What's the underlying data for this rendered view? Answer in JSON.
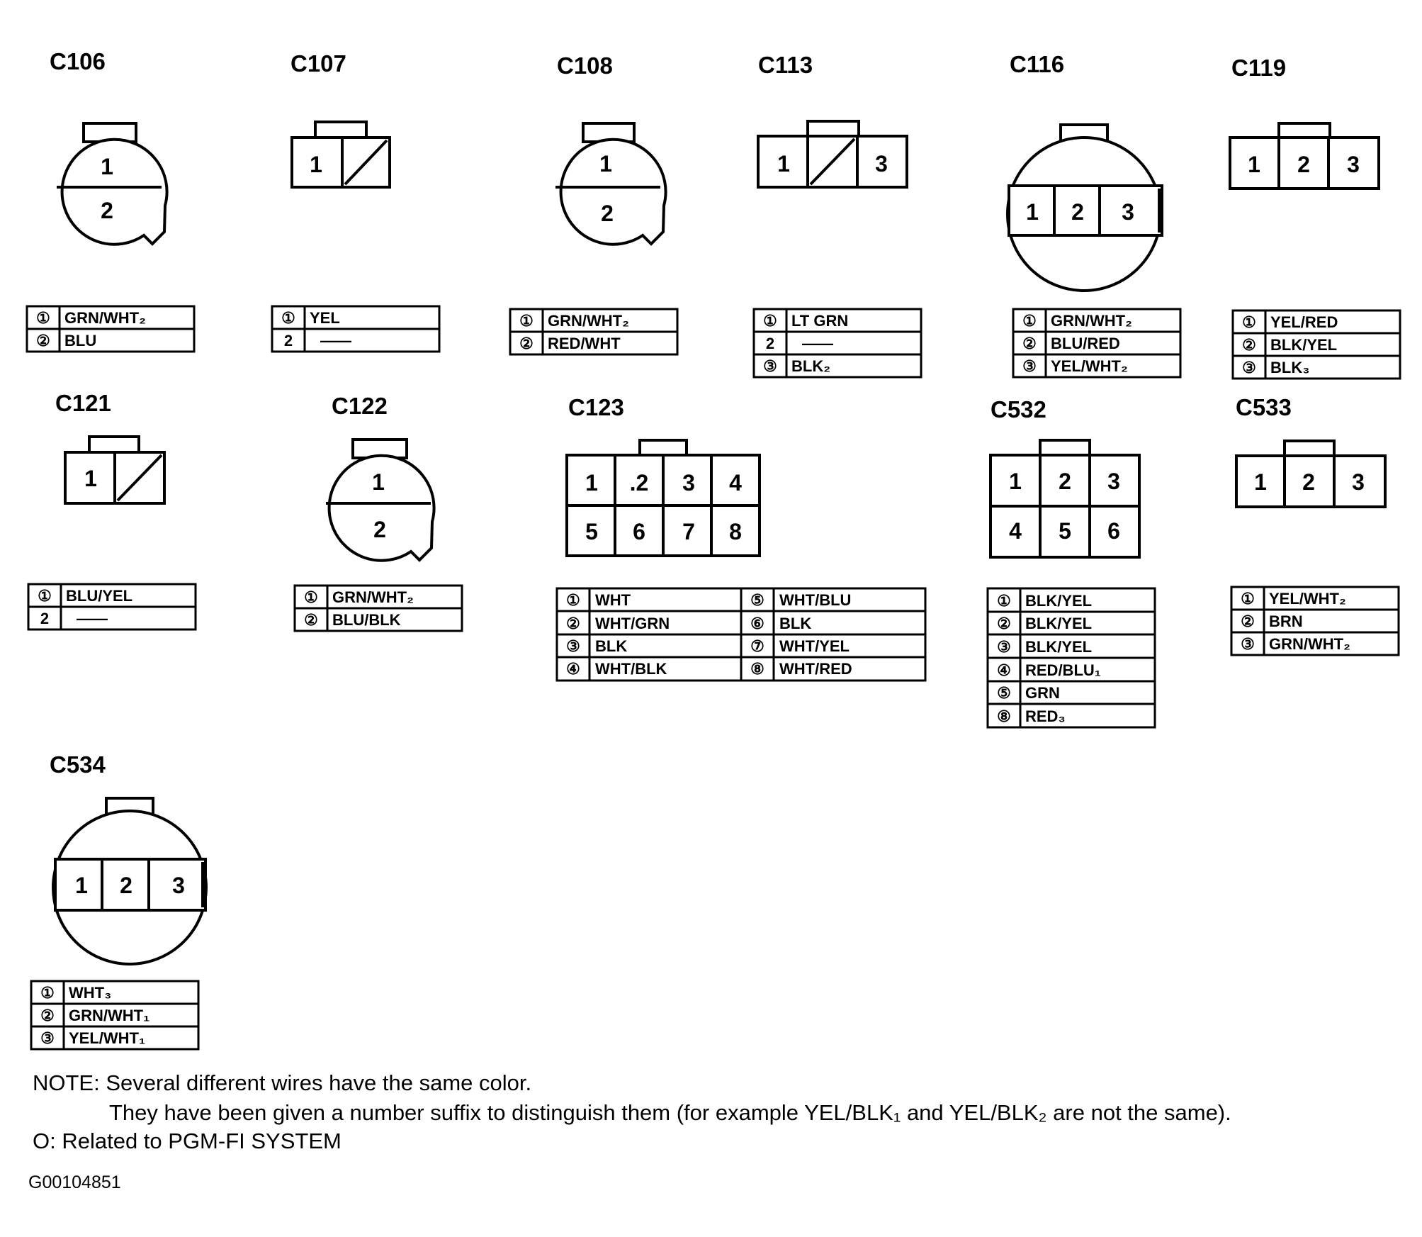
{
  "connectors": [
    {
      "id": "C106",
      "pins": [
        "1",
        "2"
      ],
      "wires": [
        {
          "pin": "①",
          "color": "GRN/WHT₂"
        },
        {
          "pin": "②",
          "color": "BLU"
        }
      ]
    },
    {
      "id": "C107",
      "pins": [
        "1"
      ],
      "wires": [
        {
          "pin": "①",
          "color": "YEL"
        },
        {
          "pin": "2",
          "color": "——"
        }
      ]
    },
    {
      "id": "C108",
      "pins": [
        "1",
        "2"
      ],
      "wires": [
        {
          "pin": "①",
          "color": "GRN/WHT₂"
        },
        {
          "pin": "②",
          "color": "RED/WHT"
        }
      ]
    },
    {
      "id": "C113",
      "pins": [
        "1",
        "3"
      ],
      "wires": [
        {
          "pin": "①",
          "color": "LT GRN"
        },
        {
          "pin": "2",
          "color": "——"
        },
        {
          "pin": "③",
          "color": "BLK₂"
        }
      ]
    },
    {
      "id": "C116",
      "pins": [
        "1",
        "2",
        "3"
      ],
      "wires": [
        {
          "pin": "①",
          "color": "GRN/WHT₂"
        },
        {
          "pin": "②",
          "color": "BLU/RED"
        },
        {
          "pin": "③",
          "color": "YEL/WHT₂"
        }
      ]
    },
    {
      "id": "C119",
      "pins": [
        "1",
        "2",
        "3"
      ],
      "wires": [
        {
          "pin": "①",
          "color": "YEL/RED"
        },
        {
          "pin": "②",
          "color": "BLK/YEL"
        },
        {
          "pin": "③",
          "color": "BLK₃"
        }
      ]
    },
    {
      "id": "C121",
      "pins": [
        "1"
      ],
      "wires": [
        {
          "pin": "①",
          "color": "BLU/YEL"
        },
        {
          "pin": "2",
          "color": "——"
        }
      ]
    },
    {
      "id": "C122",
      "pins": [
        "1",
        "2"
      ],
      "wires": [
        {
          "pin": "①",
          "color": "GRN/WHT₂"
        },
        {
          "pin": "②",
          "color": "BLU/BLK"
        }
      ]
    },
    {
      "id": "C123",
      "pins": [
        "1",
        ".2",
        "3",
        "4",
        "5",
        "6",
        "7",
        "8"
      ],
      "wires": [
        {
          "pin": "①",
          "color": "WHT"
        },
        {
          "pin": "②",
          "color": "WHT/GRN"
        },
        {
          "pin": "③",
          "color": "BLK"
        },
        {
          "pin": "④",
          "color": "WHT/BLK"
        },
        {
          "pin": "⑤",
          "color": "WHT/BLU"
        },
        {
          "pin": "⑥",
          "color": "BLK"
        },
        {
          "pin": "⑦",
          "color": "WHT/YEL"
        },
        {
          "pin": "⑧",
          "color": "WHT/RED"
        }
      ]
    },
    {
      "id": "C532",
      "pins": [
        "1",
        "2",
        "3",
        "4",
        "5",
        "6"
      ],
      "wires": [
        {
          "pin": "①",
          "color": "BLK/YEL"
        },
        {
          "pin": "②",
          "color": "BLK/YEL"
        },
        {
          "pin": "③",
          "color": "BLK/YEL"
        },
        {
          "pin": "④",
          "color": "RED/BLU₁"
        },
        {
          "pin": "⑤",
          "color": "GRN"
        },
        {
          "pin": "⑧",
          "color": "RED₃"
        }
      ]
    },
    {
      "id": "C533",
      "pins": [
        "1",
        "2",
        "3"
      ],
      "wires": [
        {
          "pin": "①",
          "color": "YEL/WHT₂"
        },
        {
          "pin": "②",
          "color": "BRN"
        },
        {
          "pin": "③",
          "color": "GRN/WHT₂"
        }
      ]
    },
    {
      "id": "C534",
      "pins": [
        "1",
        "2",
        "3"
      ],
      "wires": [
        {
          "pin": "①",
          "color": "WHT₃"
        },
        {
          "pin": "②",
          "color": "GRN/WHT₁"
        },
        {
          "pin": "③",
          "color": "YEL/WHT₁"
        }
      ]
    }
  ],
  "note": {
    "line1": "NOTE: Several different wires have the same color.",
    "line2": "They have been given a number suffix to distinguish them (for example YEL/BLK₁ and YEL/BLK₂ are not the same).",
    "line3": "O: Related to PGM-FI SYSTEM"
  },
  "figure_code": "G00104851"
}
